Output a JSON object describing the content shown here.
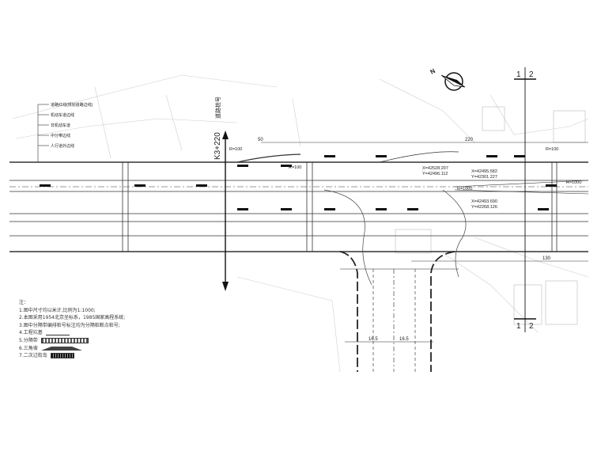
{
  "station": {
    "label": "K3+220",
    "prefix": "道路桩号"
  },
  "section_marks": {
    "left": "1",
    "right": "2"
  },
  "north_label": "N",
  "legend_labels": [
    "道路红线(规划道路边线)",
    "机动车道边线",
    "非机动车道",
    "中分带边线",
    "人行道外边线"
  ],
  "road_dims": {
    "top_left": "50",
    "top_right": "220",
    "bottom_right": "130",
    "spacing_a": "16.5",
    "spacing_b": "16.5"
  },
  "coords": [
    {
      "x": "X=42528.207",
      "y": "Y=42496.112"
    },
    {
      "x": "X=42495.582",
      "y": "Y=42301.227"
    },
    {
      "x": "X=42493.690",
      "y": "Y=42268.126"
    }
  ],
  "radius_labels": [
    "R=100",
    "R=100",
    "R=1000",
    "R=1000",
    "R=100"
  ],
  "notes": {
    "title": "注：",
    "items": [
      "1.图中尺寸均以米计,比例为1:1000;",
      "2.本图采用1954北京坐标系，1985国家高程系统;",
      "3.图中分隔带编排桩号标注均为分隔桩断点桩号;",
      "4.工程坑基",
      "5.分隔带",
      "6.三角坡",
      "7.二次过街岛"
    ]
  }
}
